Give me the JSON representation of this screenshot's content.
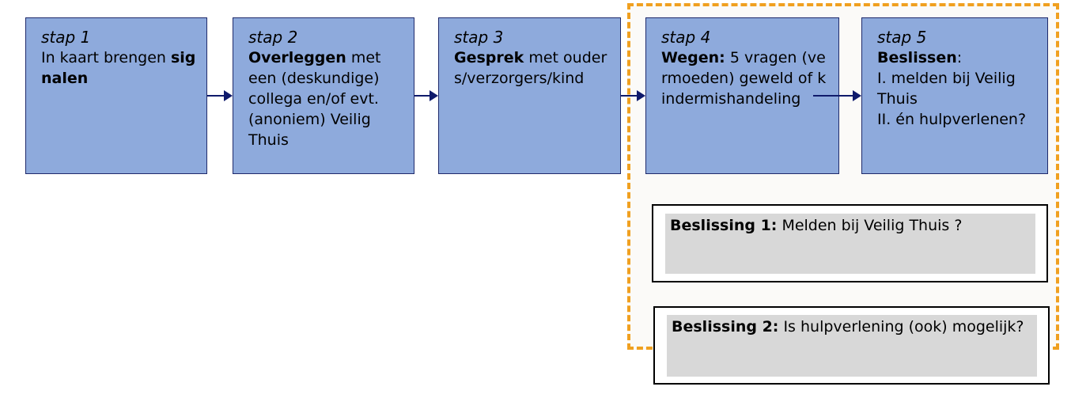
{
  "steps": [
    {
      "label": "stap 1",
      "text_pre": "In kaart brengen ",
      "text_bold": "signalen",
      "text_post": ""
    },
    {
      "label": "stap 2",
      "text_pre": "",
      "text_bold": "Overleggen",
      "text_post": " met een (deskundige) collega en/of evt. (anoniem) Veilig Thuis"
    },
    {
      "label": "stap 3",
      "text_pre": "",
      "text_bold": "Gesprek",
      "text_post": " met ouders/verzorgers/kind"
    },
    {
      "label": "stap 4",
      "text_pre": "",
      "text_bold": "Wegen:",
      "text_post": " 5 vragen (vermoeden) geweld of kindermishandeling"
    },
    {
      "label": "stap 5",
      "text_pre": "",
      "text_bold": "Beslissen",
      "text_post": ":\nI. melden bij Veilig Thuis\nII. én hulpverlenen?"
    }
  ],
  "decisions": [
    {
      "bold": "Beslissing 1:",
      "text": " Melden bij Veilig Thuis  ?"
    },
    {
      "bold": "Beslissing 2:",
      "text": " Is hulpverlening (ook) mogelijk?"
    }
  ],
  "colors": {
    "step_fill": "#8eaadc",
    "step_border": "#1f2a6b",
    "arrow": "#0f1a6b",
    "dashed_region": "#f0a020",
    "decision_fill": "#d8d8d8"
  }
}
